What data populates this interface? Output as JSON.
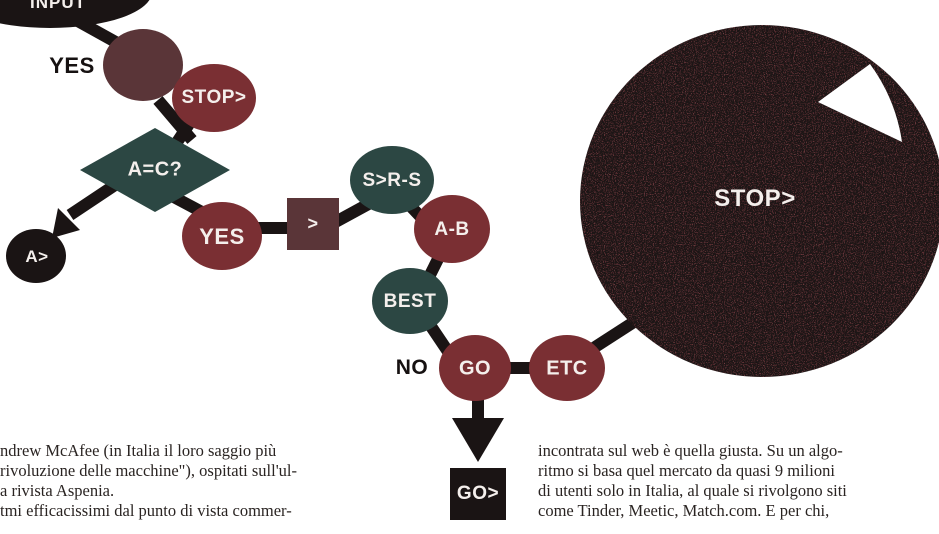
{
  "colors": {
    "dark_node": "#1a1414",
    "wine_node": "#7a2f33",
    "brown_node": "#5a3538",
    "slate_node": "#2c4743",
    "label_text": "#f4efec"
  },
  "flowchart": {
    "top_left_label": "INPUT",
    "yes_top": "YES",
    "stop_small": "STOP>",
    "decision": "A=C?",
    "exit_a": "A>",
    "yes_mid": "YES",
    "arrow_box": ">",
    "srs": "S>R-S",
    "ab": "A-B",
    "best": "BEST",
    "no": "NO",
    "go": "GO",
    "etc": "ETC",
    "stop_big": "STOP>",
    "go_box": "GO>"
  },
  "article": {
    "left_lines": [
      "ndrew McAfee (in Italia il loro saggio più",
      "rivoluzione delle macchine\"), ospitati sull'ul-",
      "a rivista Aspenia.",
      "tmi efficacissimi dal punto di vista commer-"
    ],
    "right_lines": [
      "incontrata sul web è quella giusta. Su un algo-",
      "ritmo si basa quel mercato da quasi 9 milioni",
      "di utenti solo in Italia, al quale si rivolgono siti",
      "come Tinder, Meetic, Match.com. E per chi,"
    ]
  }
}
